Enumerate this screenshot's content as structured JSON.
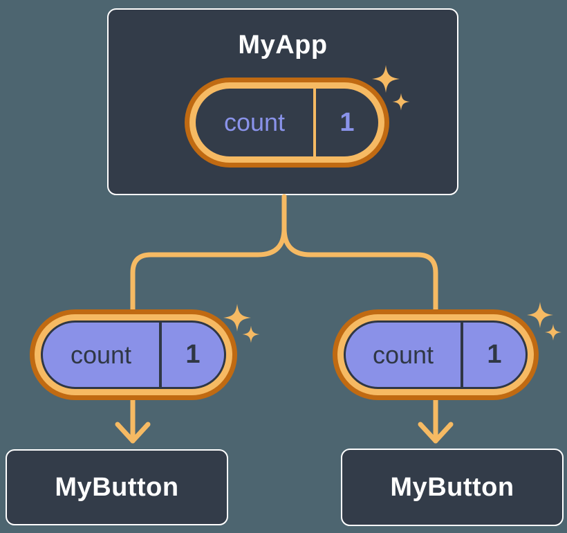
{
  "colors": {
    "background": "#4d6570",
    "node_bg": "#333c49",
    "node_border": "#ffffff",
    "line": "#f6ba63",
    "ring_outer": "#c06a12",
    "ring_inner": "#f6ba63",
    "pill_fill": "#8a91e8",
    "text_dark": "#2f3744",
    "text_light": "#8a93ea",
    "title_text": "#ffffff"
  },
  "diagram": {
    "root": {
      "title": "MyApp",
      "state": {
        "label": "count",
        "value": "1"
      }
    },
    "children": [
      {
        "title": "MyButton",
        "prop": {
          "label": "count",
          "value": "1"
        }
      },
      {
        "title": "MyButton",
        "prop": {
          "label": "count",
          "value": "1"
        }
      }
    ]
  },
  "icons": {
    "sparkle": "four-point-star"
  }
}
